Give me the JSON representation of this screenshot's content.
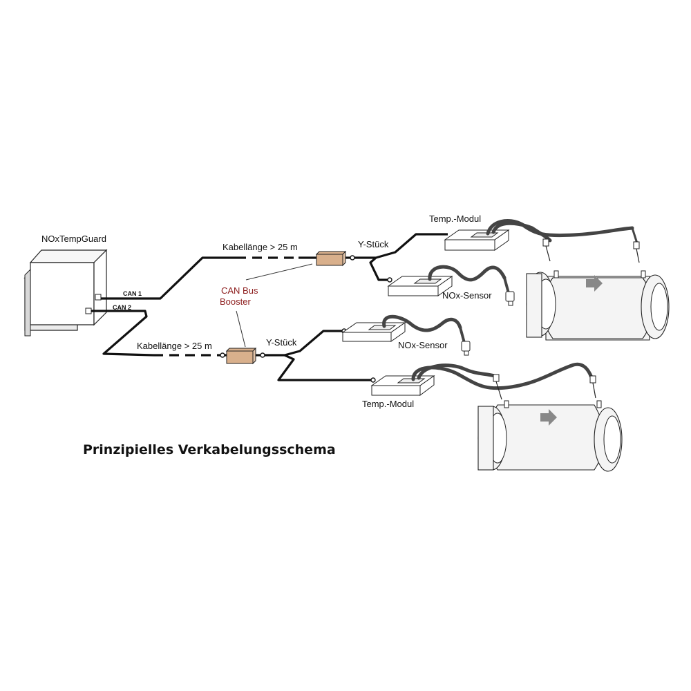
{
  "device_label": "NOxTempGuard",
  "can1_label": "CAN 1",
  "can2_label": "CAN 2",
  "cable_length_label_top": "Kabellänge > 25 m",
  "cable_length_label_bottom": "Kabellänge > 25 m",
  "booster_label_line1": "CAN Bus",
  "booster_label_line2": "Booster",
  "y_piece_label_top": "Y-Stück",
  "y_piece_label_bottom": "Y-Stück",
  "temp_module_label_top": "Temp.-Modul",
  "nox_sensor_label_top": "NOx-Sensor",
  "nox_sensor_label_bottom": "NOx-Sensor",
  "temp_module_label_bottom": "Temp.-Modul",
  "caption": "Prinzipielles Verkabelungsschema",
  "colors": {
    "booster_fill": "#d9b08c",
    "booster_text": "#8b1a1a",
    "flow_arrow": "#888888"
  }
}
